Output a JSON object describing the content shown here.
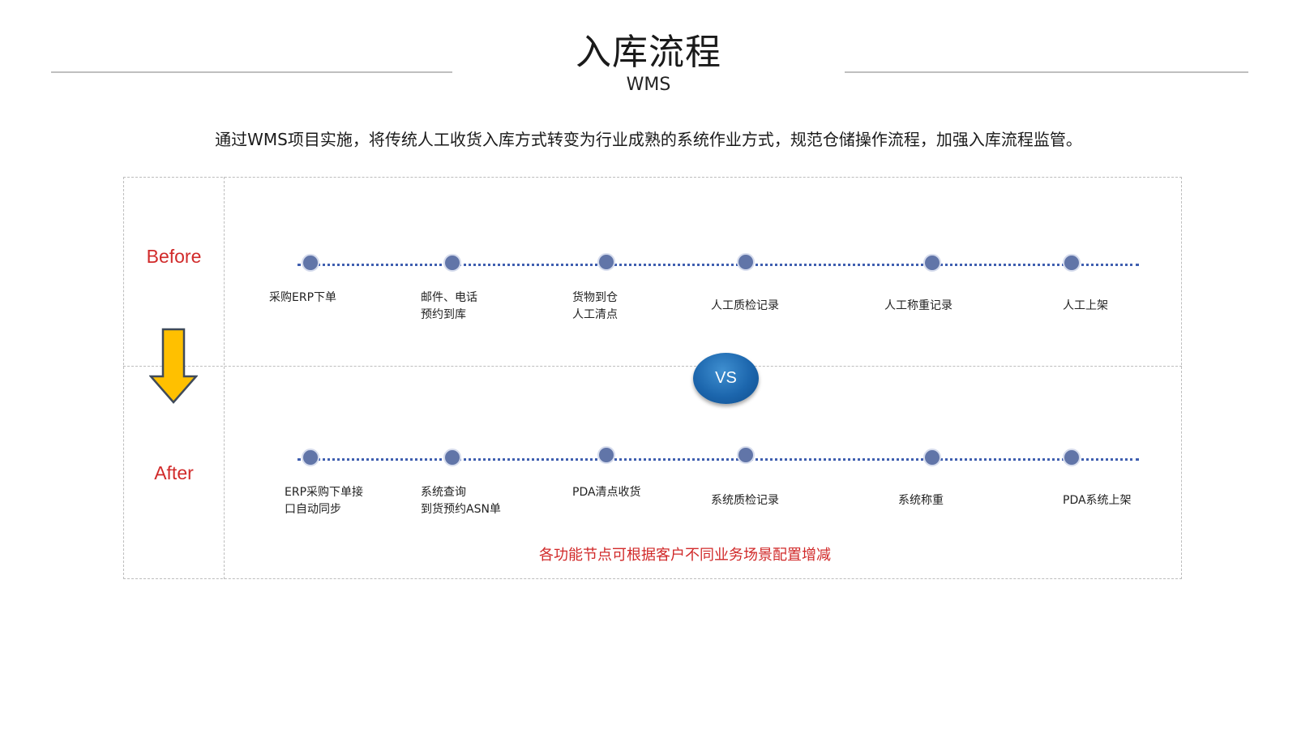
{
  "header": {
    "title": "入库流程",
    "subtitle": "WMS",
    "description": "通过WMS项目实施，将传统人工收货入库方式转变为行业成熟的系统作业方式，规范仓储操作流程，加强入库流程监管。"
  },
  "comparison": {
    "before_label": "Before",
    "after_label": "After",
    "vs_label": "VS",
    "transition_icon": "down-arrow-icon",
    "before_steps": [
      {
        "label": "采购ERP下单"
      },
      {
        "label": "邮件、电话\n预约到库"
      },
      {
        "label": "货物到仓\n人工清点"
      },
      {
        "label": "人工质检记录"
      },
      {
        "label": "人工称重记录"
      },
      {
        "label": "人工上架"
      }
    ],
    "after_steps": [
      {
        "label": "ERP采购下单接\n口自动同步"
      },
      {
        "label": "系统查询\n到货预约ASN单"
      },
      {
        "label": "PDA清点收货"
      },
      {
        "label": "系统质检记录"
      },
      {
        "label": "系统称重"
      },
      {
        "label": "PDA系统上架"
      }
    ],
    "note": "各功能节点可根据客户不同业务场景配置增减"
  },
  "colors": {
    "accent_red": "#d12a2a",
    "timeline_blue": "#3f5fb0",
    "node_fill": "#6175a8",
    "vs_blue": "#1c66ad",
    "arrow_yellow": "#ffc000"
  }
}
